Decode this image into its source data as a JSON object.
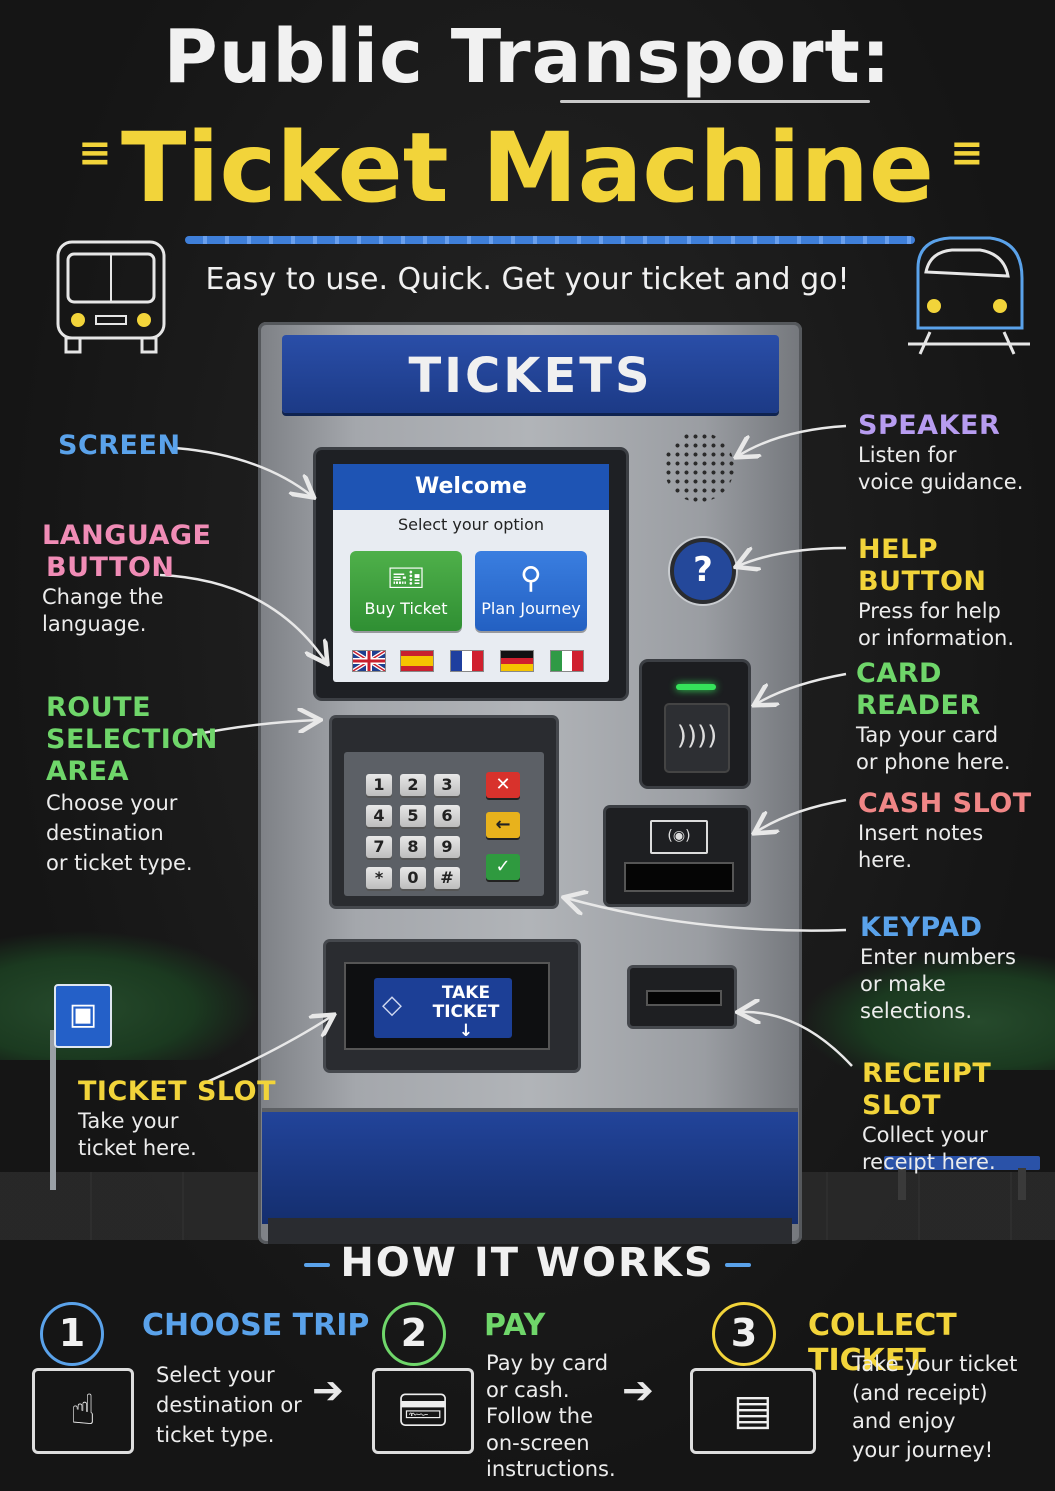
{
  "header": {
    "title_line1": "Public Transport:",
    "title_line2": "Ticket Machine",
    "tagline": "Easy to use. Quick. Get your ticket and go!"
  },
  "machine": {
    "title": "TICKETS",
    "screen": {
      "welcome": "Welcome",
      "prompt": "Select your option",
      "buy_ticket": "Buy Ticket",
      "plan_journey": "Plan Journey",
      "languages": [
        "UK",
        "Spain",
        "France",
        "Germany",
        "Italy"
      ]
    },
    "keypad": {
      "keys": [
        "1",
        "2",
        "3",
        "4",
        "5",
        "6",
        "7",
        "8",
        "9",
        "*",
        "0",
        "#"
      ],
      "cancel": "✕",
      "back": "←",
      "ok": "✓"
    },
    "help_symbol": "?",
    "ticket_slot_label_line1": "TAKE",
    "ticket_slot_label_line2": "TICKET",
    "ticket_slot_arrow": "↓"
  },
  "labels": {
    "screen": {
      "title": "SCREEN"
    },
    "language": {
      "title_line1": "LANGUAGE",
      "title_line2": "BUTTON",
      "desc_line1": "Change the",
      "desc_line2": "language."
    },
    "route": {
      "title_line1": "ROUTE",
      "title_line2": "SELECTION",
      "title_line3": "AREA",
      "desc_line1": "Choose your",
      "desc_line2": "destination",
      "desc_line3": "or ticket type."
    },
    "ticket_slot": {
      "title": "TICKET SLOT",
      "desc_line1": "Take your",
      "desc_line2": "ticket here."
    },
    "speaker": {
      "title": "SPEAKER",
      "desc_line1": "Listen for",
      "desc_line2": "voice guidance."
    },
    "help": {
      "title": "HELP BUTTON",
      "desc_line1": "Press for help",
      "desc_line2": "or information."
    },
    "card_reader": {
      "title": "CARD READER",
      "desc_line1": "Tap your card",
      "desc_line2": "or phone here."
    },
    "cash_slot": {
      "title": "CASH SLOT",
      "desc_line1": "Insert notes",
      "desc_line2": "here."
    },
    "keypad": {
      "title": "KEYPAD",
      "desc_line1": "Enter numbers",
      "desc_line2": "or make",
      "desc_line3": "selections."
    },
    "receipt_slot": {
      "title": "RECEIPT SLOT",
      "desc_line1": "Collect your",
      "desc_line2": "receipt here."
    }
  },
  "how_it_works": {
    "title": "HOW IT WORKS",
    "steps": [
      {
        "number": "1",
        "title": "CHOOSE TRIP",
        "desc": [
          "Select your",
          "destination or",
          "ticket type."
        ]
      },
      {
        "number": "2",
        "title": "PAY",
        "desc": [
          "Pay by card",
          "or cash.",
          "Follow the",
          "on-screen",
          "instructions."
        ]
      },
      {
        "number": "3",
        "title": "COLLECT TICKET",
        "desc": [
          "Take your ticket",
          "(and receipt)",
          "and enjoy",
          "your journey!"
        ]
      }
    ]
  },
  "colors": {
    "chalk_yellow": "#f2d43a",
    "chalk_blue": "#5aa2ea",
    "machine_blue": "#1c3a86"
  }
}
